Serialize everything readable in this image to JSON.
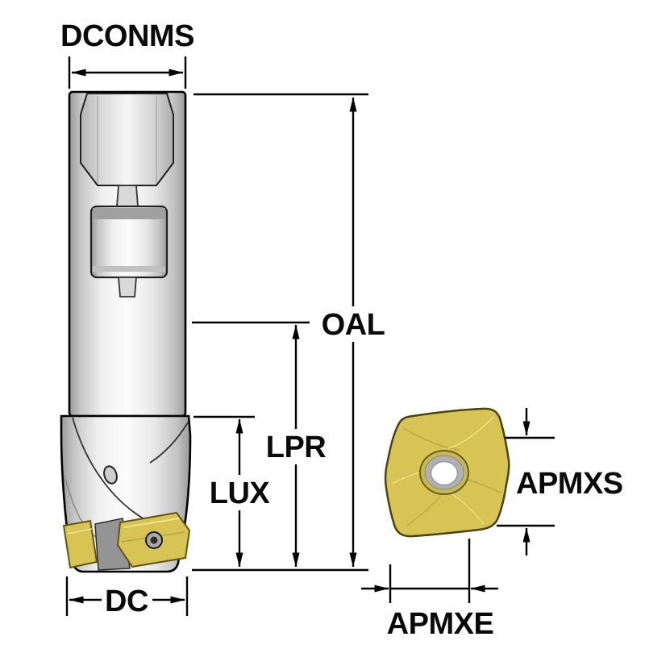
{
  "labels": {
    "dconms": "DCONMS",
    "oal": "OAL",
    "lpr": "LPR",
    "lux": "LUX",
    "dc": "DC",
    "apmxs": "APMXS",
    "apmxe": "APMXE"
  },
  "colors": {
    "background": "#ffffff",
    "line": "#000000",
    "text": "#0a0a0a",
    "insert_yellow": "#d8c455",
    "insert_highlight": "#efe38b",
    "insert_shadow": "#b9a93e",
    "tool_light": "#fcfcfc",
    "tool_dark": "#9a9a9a",
    "hole_white": "#ffffff"
  }
}
